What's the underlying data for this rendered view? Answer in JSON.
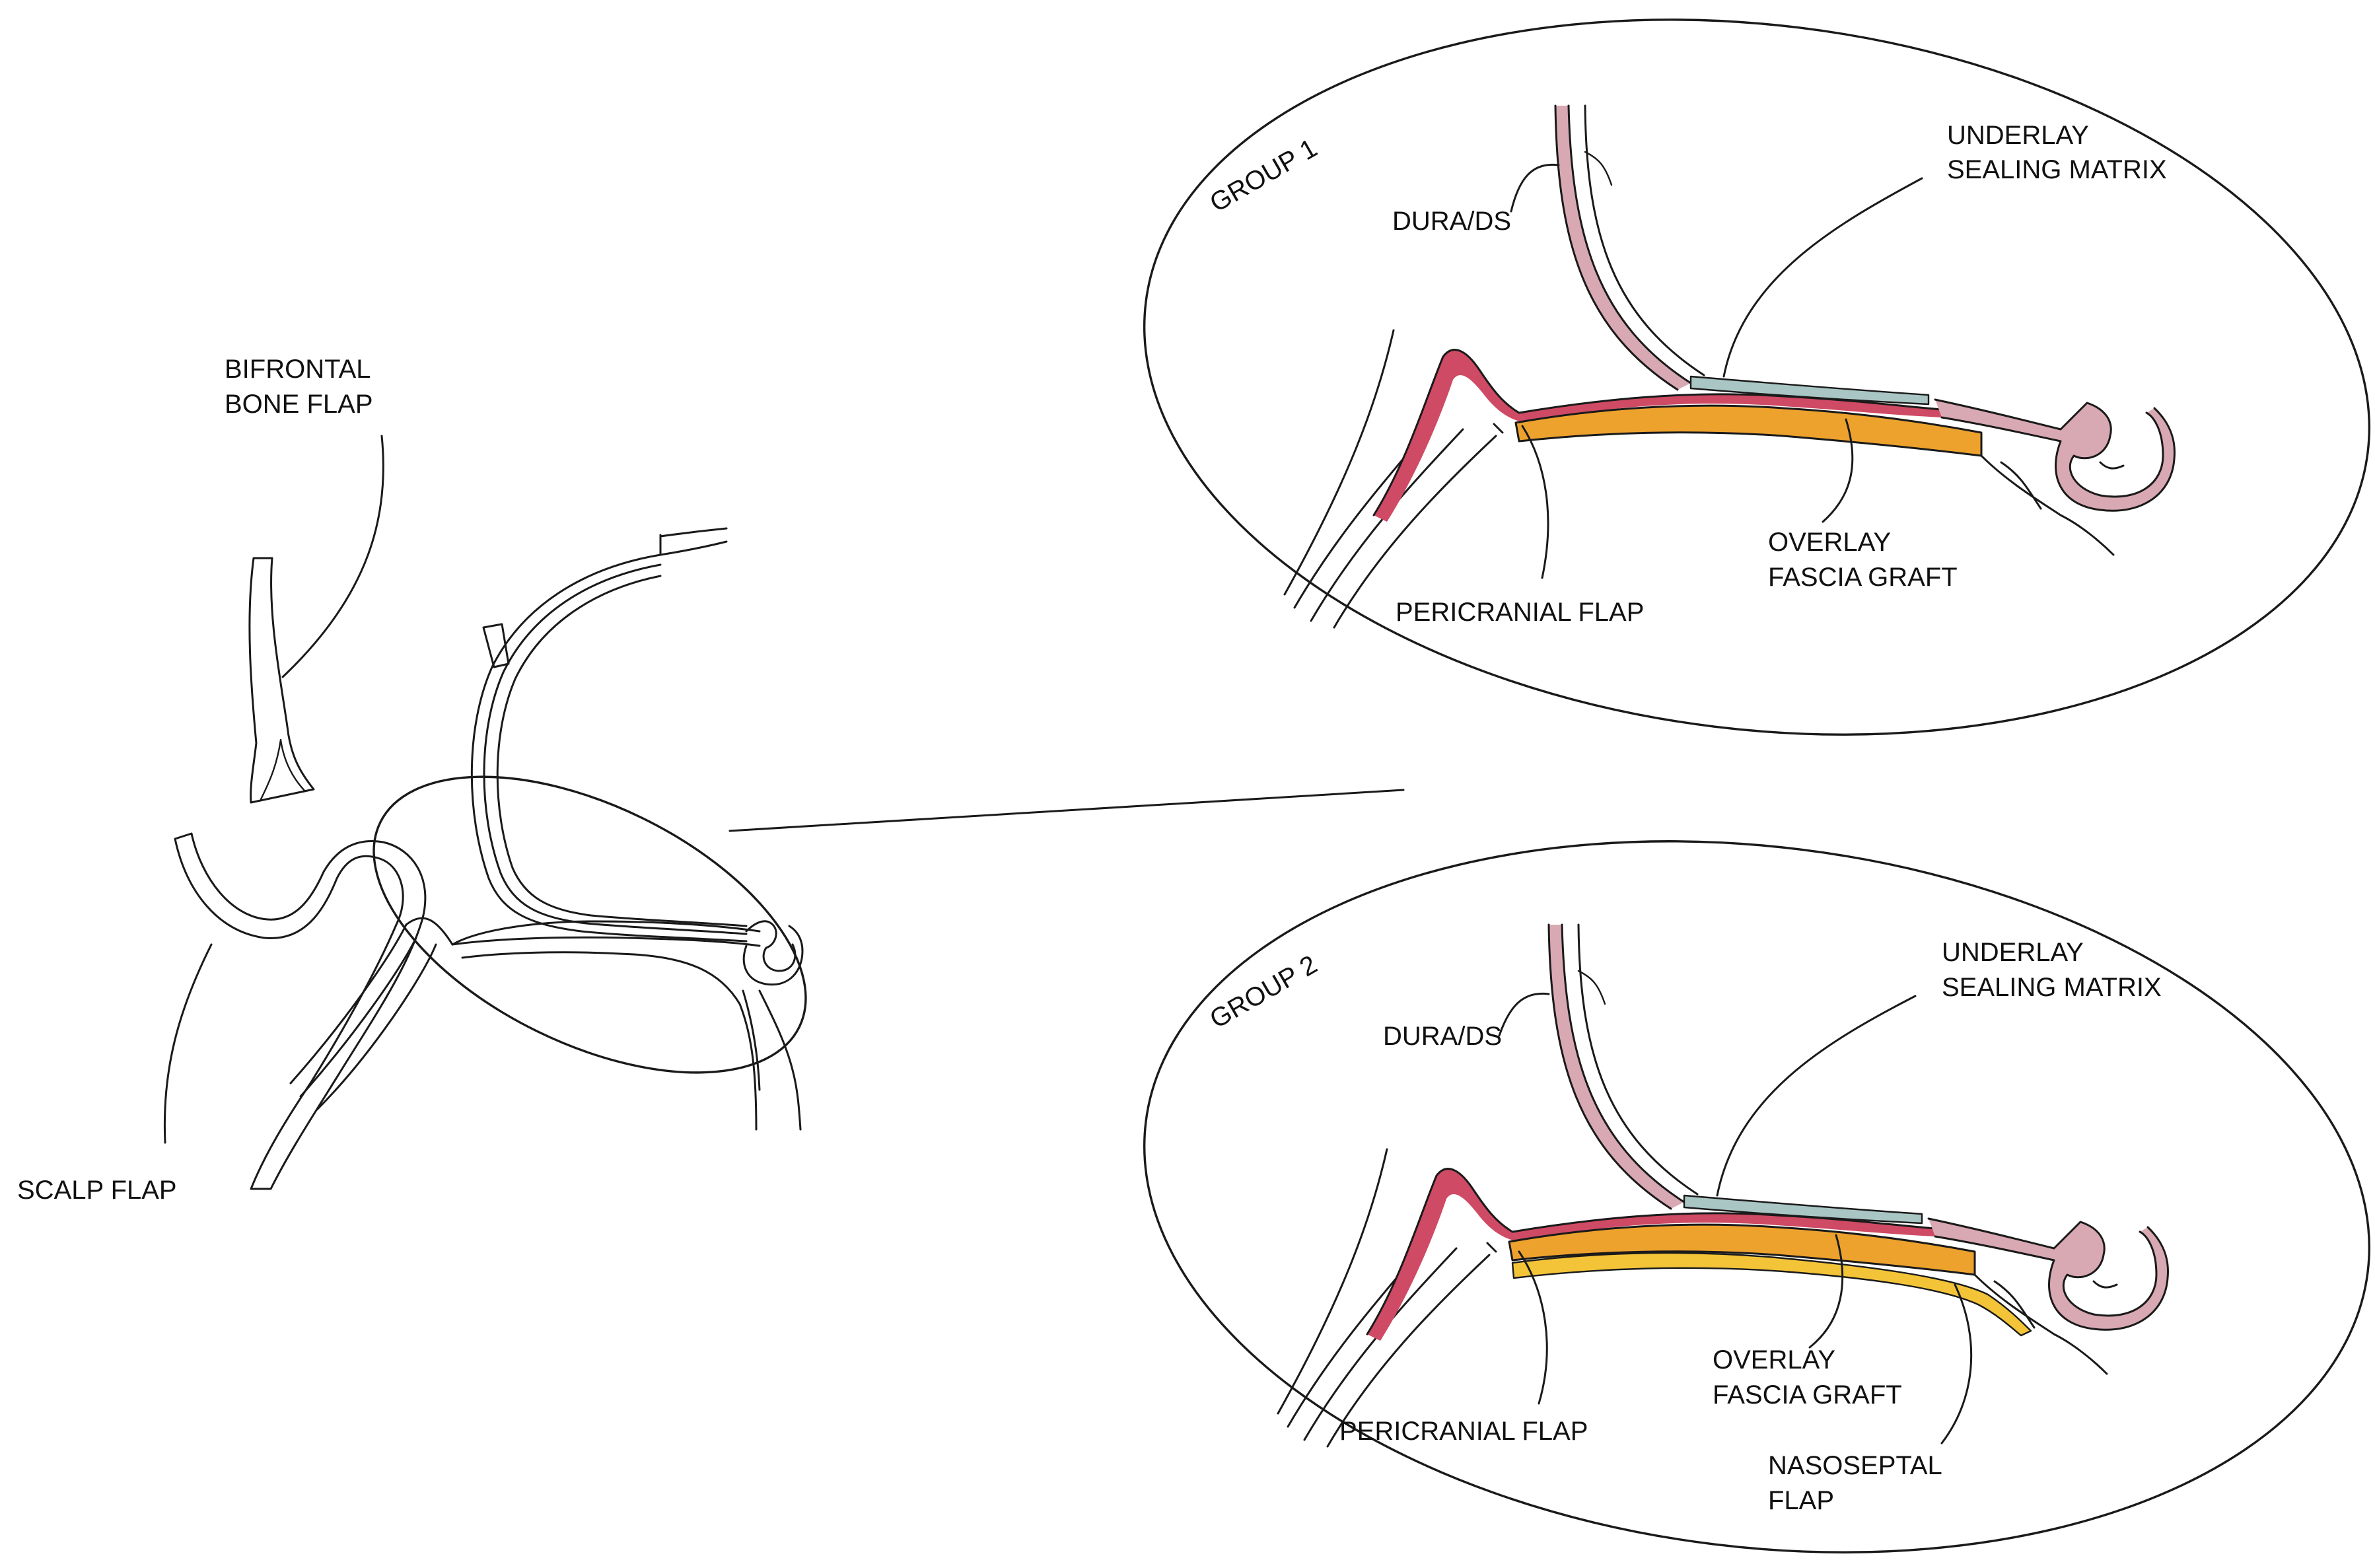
{
  "labels": {
    "bifrontal": [
      "BIFRONTAL",
      "BONE FLAP"
    ],
    "scalp": "SCALP FLAP",
    "group1": {
      "title": "GROUP 1",
      "dura": "DURA/DS",
      "underlay": [
        "UNDERLAY",
        "SEALING MATRIX"
      ],
      "overlay": [
        "OVERLAY",
        "FASCIA GRAFT"
      ],
      "pericranial": "PERICRANIAL FLAP"
    },
    "group2": {
      "title": "GROUP 2",
      "dura": "DURA/DS",
      "underlay": [
        "UNDERLAY",
        "SEALING MATRIX"
      ],
      "overlay": [
        "OVERLAY",
        "FASCIA GRAFT"
      ],
      "pericranial": "PERICRANIAL FLAP",
      "nasoseptal": [
        "NASOSEPTAL",
        "FLAP"
      ]
    }
  },
  "colors": {
    "dura": "#d9a9b3",
    "pericranial": "#cf4a64",
    "fascia": "#eda22d",
    "nasoseptal": "#f4c438",
    "sealing": "#a9c6c4",
    "outline": "#1a1a1a"
  }
}
